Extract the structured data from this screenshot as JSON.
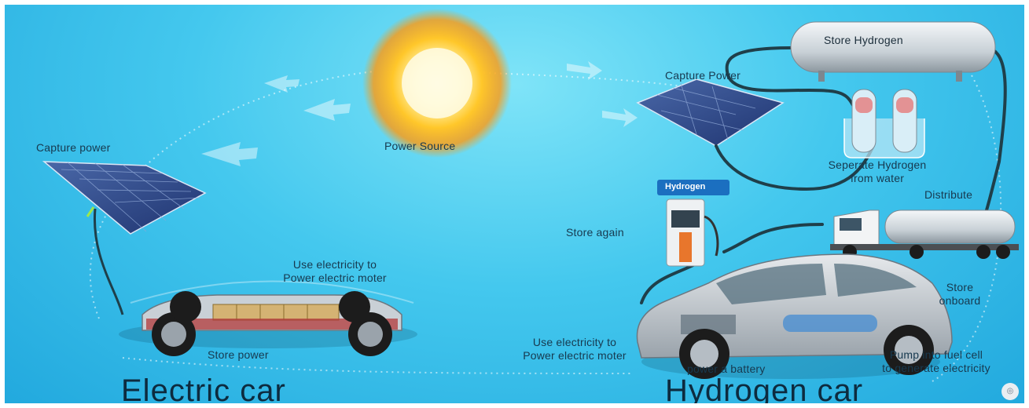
{
  "labels": {
    "power_source": "Power Source",
    "capture_power_left": "Capture power",
    "use_electricity_left_line1": "Use electricity to",
    "use_electricity_left_line2": "Power electric moter",
    "store_power": "Store power",
    "capture_power_right": "Capture Power",
    "store_hydrogen": "Store Hydrogen",
    "separate_line1": "Seperate Hydrogen",
    "separate_line2": "from water",
    "distribute": "Distribute",
    "store_again": "Store again",
    "pump_sign": "Hydrogen",
    "store_onboard_line1": "Store",
    "store_onboard_line2": "onboard",
    "use_electricity_right_line1": "Use electricity to",
    "use_electricity_right_line2": "Power electric moter",
    "power_battery": "power a battery",
    "pump_fuel_line1": "Pump into fuel cell",
    "pump_fuel_line2": "to generate electricity"
  },
  "titles": {
    "electric": "Electric car",
    "hydrogen": "Hydrogen car"
  },
  "colors": {
    "background": "#3fc3ec",
    "text": "#17394f",
    "title": "#0d2b3f",
    "solar_panel": "#2f4f8e",
    "pipe": "#1f3f4a"
  }
}
